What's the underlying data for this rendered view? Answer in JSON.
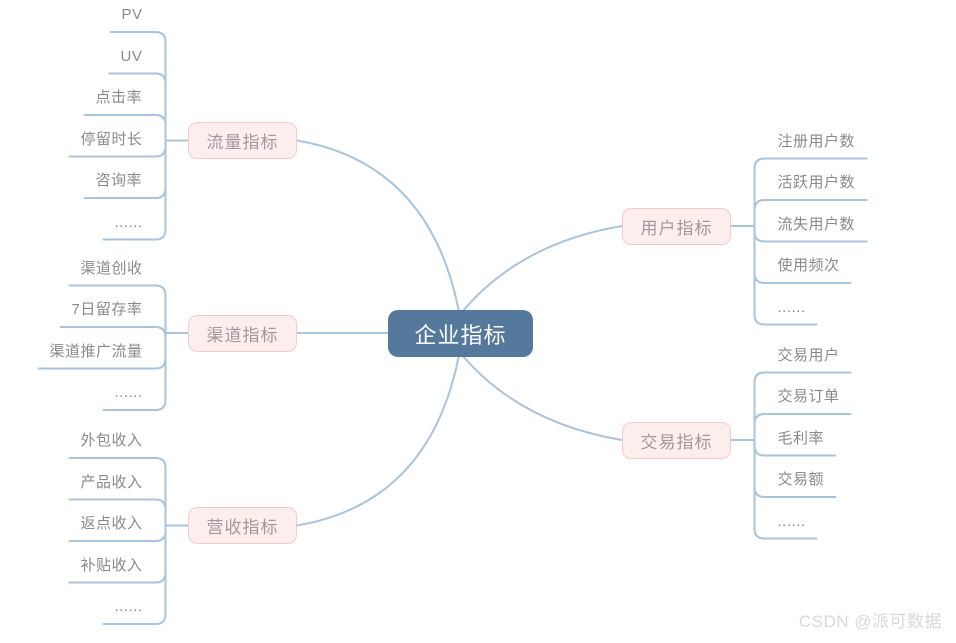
{
  "title": "企业指标",
  "watermark": "CSDN @派可数据",
  "colors": {
    "root_bg": "#54799c",
    "root_text": "#ffffff",
    "branch_bg": "#fdeeee",
    "branch_border": "#f6caca",
    "branch_text": "#a5969e",
    "leaf_text": "#8a8a8a",
    "line": "#a9c4dc",
    "watermark_text": "#d9d9d6"
  },
  "branches": [
    {
      "id": "traffic",
      "label": "流量指标",
      "children": [
        "PV",
        "UV",
        "点击率",
        "停留时长",
        "咨询率",
        "......"
      ]
    },
    {
      "id": "channel",
      "label": "渠道指标",
      "children": [
        "渠道创收",
        "7日留存率",
        "渠道推广流量",
        "......"
      ]
    },
    {
      "id": "revenue",
      "label": "营收指标",
      "children": [
        "外包收入",
        "产品收入",
        "返点收入",
        "补贴收入",
        "......"
      ]
    },
    {
      "id": "user",
      "label": "用户指标",
      "children": [
        "注册用户数",
        "活跃用户数",
        "流失用户数",
        "使用频次",
        "......"
      ]
    },
    {
      "id": "trade",
      "label": "交易指标",
      "children": [
        "交易用户",
        "交易订单",
        "毛利率",
        "交易额",
        "......"
      ]
    }
  ]
}
